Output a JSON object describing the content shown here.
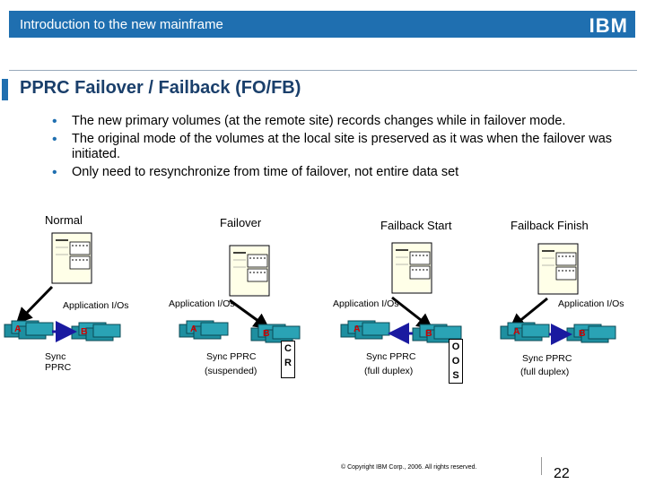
{
  "header": {
    "title": "Introduction to the new mainframe",
    "logo": "IBM"
  },
  "slide": {
    "title": "PPRC Failover / Failback (FO/FB)",
    "bullets": [
      "The new primary volumes (at the remote site) records changes while in failover mode.",
      "The original mode of the volumes at the local site is preserved as it was when the failover was initiated.",
      "Only need to resynchronize from time of failover, not entire data set"
    ]
  },
  "diagram": {
    "panels": [
      {
        "heading": "Normal",
        "io_label": "Application I/Os",
        "vol_a": "A",
        "vol_b": "B",
        "link_label": "Sync PPRC"
      },
      {
        "heading": "Failover",
        "io_label": "Application I/Os",
        "vol_a": "A",
        "vol_b": "B",
        "link_label_1": "Sync PPRC",
        "link_label_2": "(suspended)",
        "box_label": "C R"
      },
      {
        "heading": "Failback Start",
        "io_label": "Application I/Os",
        "vol_a": "A",
        "vol_b": "B",
        "link_label_1": "Sync PPRC",
        "link_label_2": "(full duplex)",
        "box_label": "O O S"
      },
      {
        "heading": "Failback Finish",
        "io_label": "Application I/Os",
        "vol_a": "A",
        "vol_b": "B",
        "link_label_1": "Sync PPRC",
        "link_label_2": "(full duplex)"
      }
    ],
    "colors": {
      "volume": "#1e8fa0",
      "arrow": "#1a1aa0",
      "io_arrow": "#000000",
      "server_tint": "#ffffe0"
    }
  },
  "footer": {
    "copyright": "© Copyright IBM Corp., 2006. All rights reserved.",
    "page_number": "22"
  }
}
